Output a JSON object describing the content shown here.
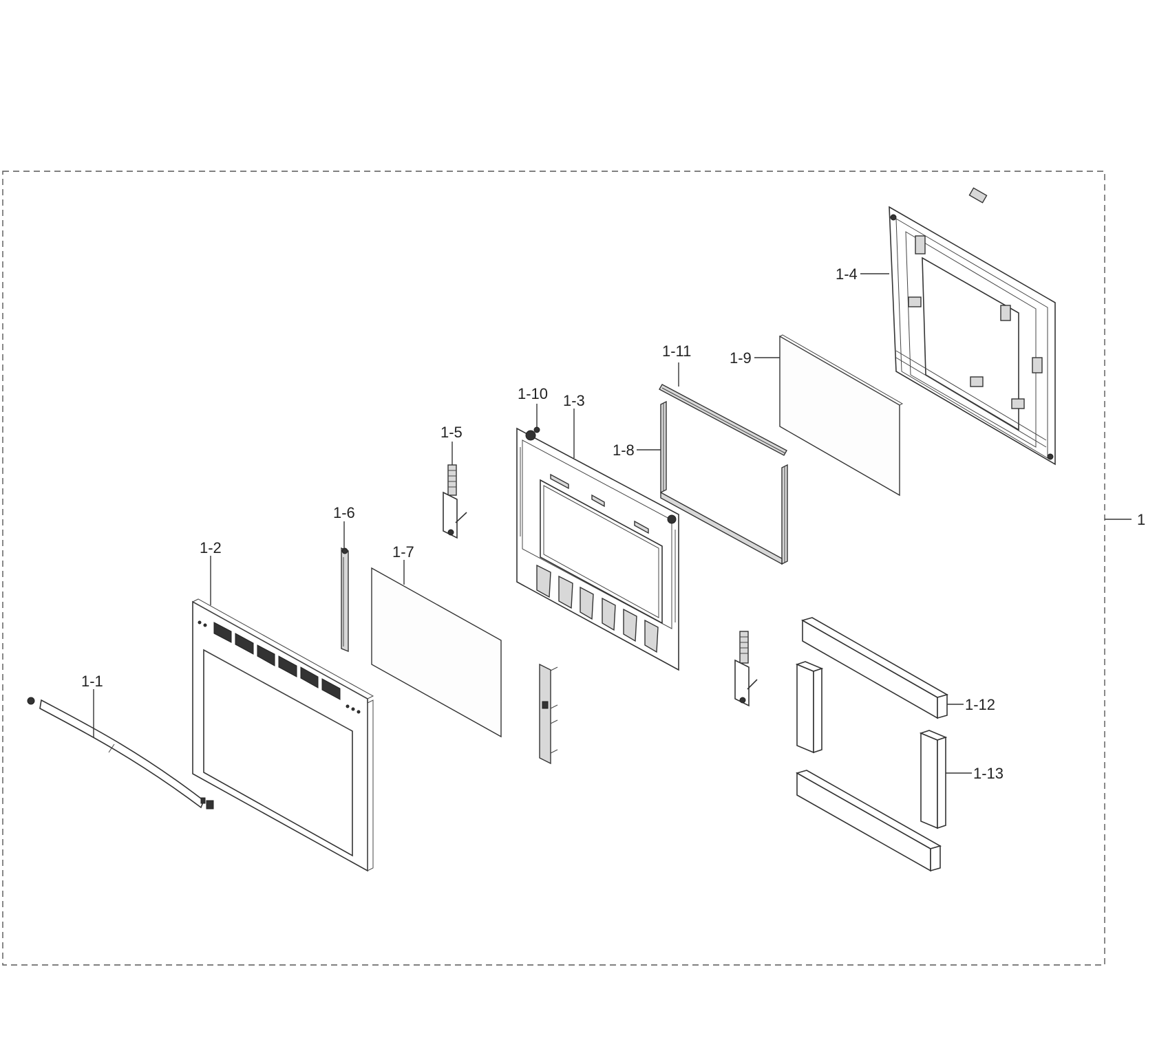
{
  "assembly": {
    "label": "1"
  },
  "parts": [
    {
      "id": "handle",
      "label": "1-1"
    },
    {
      "id": "door-outer-panel",
      "label": "1-2"
    },
    {
      "id": "door-frame",
      "label": "1-3"
    },
    {
      "id": "door-inner-panel",
      "label": "1-4"
    },
    {
      "id": "hinge",
      "label": "1-5"
    },
    {
      "id": "side-trim",
      "label": "1-6"
    },
    {
      "id": "outer-glass",
      "label": "1-7"
    },
    {
      "id": "glass-holder",
      "label": "1-8"
    },
    {
      "id": "inner-glass",
      "label": "1-9"
    },
    {
      "id": "screw",
      "label": "1-10"
    },
    {
      "id": "holder-rail",
      "label": "1-11"
    },
    {
      "id": "insulation-horizontal",
      "label": "1-12"
    },
    {
      "id": "insulation-vertical",
      "label": "1-13"
    }
  ],
  "colors": {
    "line": "#333333",
    "background": "#ffffff"
  }
}
